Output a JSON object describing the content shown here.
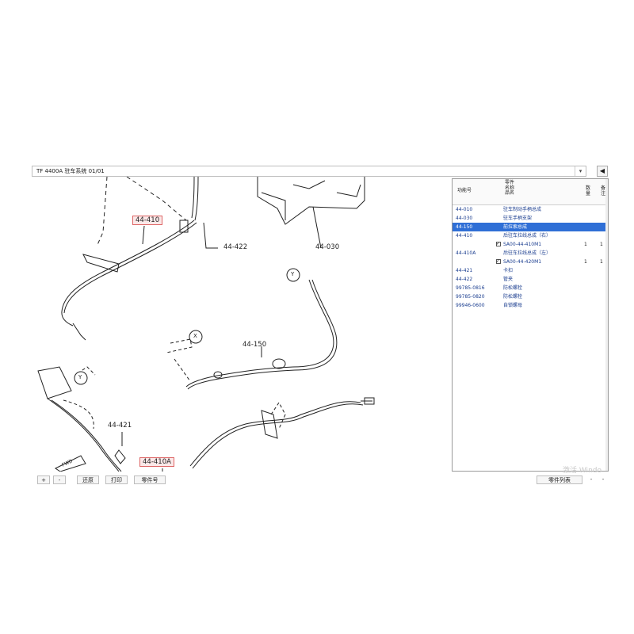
{
  "title_bar": {
    "text": "TF 4400A 驻车系统 01/01",
    "arrow": "▾",
    "collapse": "◀"
  },
  "diagram": {
    "callouts": {
      "c1": "44-410",
      "c2": "44-422",
      "c3": "44-030",
      "c4": "44-150",
      "c5": "44-421",
      "c6": "44-410A",
      "ref_x": "X",
      "ref_y1": "Y",
      "ref_y2": "Y",
      "fwd": "FWD"
    }
  },
  "parts_list": {
    "headers": {
      "code": "功能号",
      "part": "零件\n名称\n品名",
      "q1": "数\n量",
      "q2": "备\n注"
    },
    "rows": [
      {
        "code": "44-010",
        "name": "驻车制动手柄总成",
        "q1": "",
        "q2": ""
      },
      {
        "code": "44-030",
        "name": "驻车手柄支架",
        "q1": "",
        "q2": ""
      },
      {
        "code": "44-150",
        "name": "前拉索总成",
        "q1": "",
        "q2": ""
      },
      {
        "code": "44-410",
        "name": "后驻车拉线总成（右）",
        "q1": "",
        "q2": ""
      },
      {
        "code": "",
        "name": "SA00-44-410M1",
        "q1": "1",
        "q2": "1"
      },
      {
        "code": "44-410A",
        "name": "后驻车拉线总成（左）",
        "q1": "",
        "q2": ""
      },
      {
        "code": "",
        "name": "SA00-44-420M1",
        "q1": "1",
        "q2": "1"
      },
      {
        "code": "44-421",
        "name": "卡扣",
        "q1": "",
        "q2": ""
      },
      {
        "code": "44-422",
        "name": "管夹",
        "q1": "",
        "q2": ""
      },
      {
        "code": "99785-0816",
        "name": "防松螺栓",
        "q1": "",
        "q2": ""
      },
      {
        "code": "99785-0820",
        "name": "防松螺栓",
        "q1": "",
        "q2": ""
      },
      {
        "code": "99946-0600",
        "name": "自锁螺母",
        "q1": "",
        "q2": ""
      }
    ],
    "selected_index": 2
  },
  "toolbar": {
    "zoom_in": "+",
    "zoom_out": "-",
    "restore": "还原",
    "print": "打印",
    "part_no": "零件号",
    "parts_list_btn": "零件列表",
    "page_prev": "-",
    "page_next": "-"
  },
  "watermark": "激活 Windo"
}
